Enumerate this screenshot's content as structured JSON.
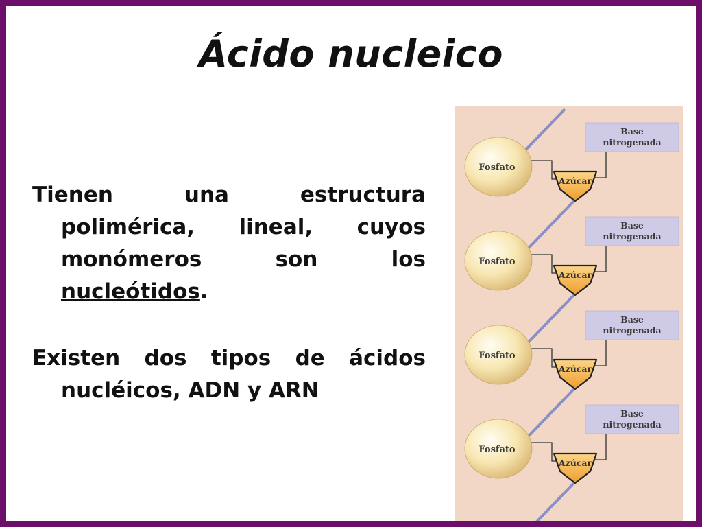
{
  "slide": {
    "title": "Ácido nucleico",
    "paragraph1": {
      "lead": "Tienen una estructura polimérica, lineal, cuyos monómeros son los ",
      "term": "nucleótidos",
      "end": "."
    },
    "paragraph2": "Existen dos tipos de ácidos nucléicos, ADN y ARN"
  },
  "diagram": {
    "units": [
      {
        "phosphate": "Fosfato",
        "sugar": "Azúcar",
        "base": [
          "Base",
          "nitrogenada"
        ]
      },
      {
        "phosphate": "Fosfato",
        "sugar": "Azúcar",
        "base": [
          "Base",
          "nitrogenada"
        ]
      },
      {
        "phosphate": "Fosfato",
        "sugar": "Azúcar",
        "base": [
          "Base",
          "nitrogenada"
        ]
      },
      {
        "phosphate": "Fosfato",
        "sugar": "Azúcar",
        "base": [
          "Base",
          "nitrogenada"
        ]
      }
    ]
  },
  "colors": {
    "frame": "#6b0f6b",
    "diagram_background": "#f3d7c6",
    "backbone": "#8a8fc6",
    "base_box": "#cfcbe6",
    "sugar": "#f2b84d",
    "phosphate": "#f6e2a8"
  }
}
